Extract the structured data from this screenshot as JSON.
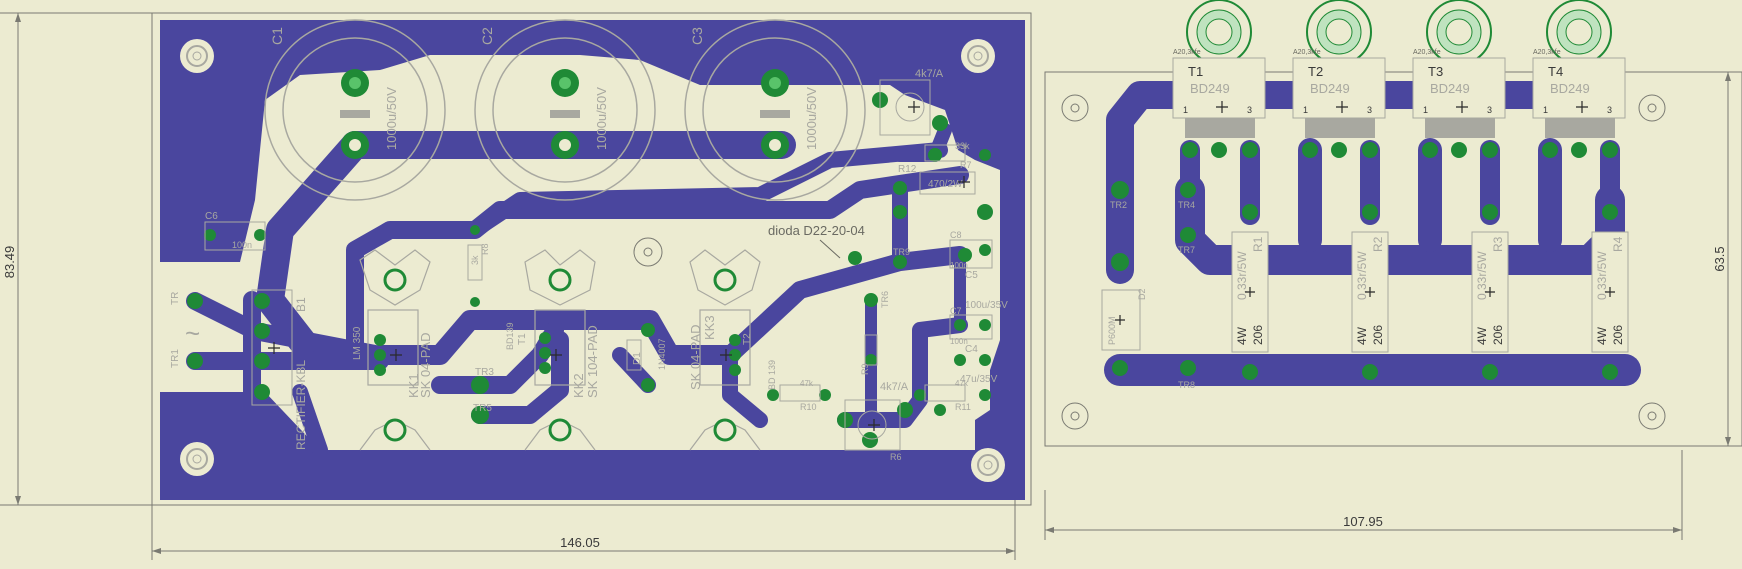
{
  "colors": {
    "background": "#ecebd1",
    "copper": "#4a469e",
    "pad": "#1f8a36",
    "pad_light": "#59c36a",
    "silk": "#a8a8a0",
    "dim": "#7a7a72",
    "text_dark": "#3a3a3a"
  },
  "dimensions": {
    "left_height": "83.49",
    "left_width": "146.05",
    "right_height": "63.5",
    "right_width": "107.95"
  },
  "left_board": {
    "capacitors": [
      {
        "ref": "C1",
        "value": "1000u/50V"
      },
      {
        "ref": "C2",
        "value": "1000u/50V"
      },
      {
        "ref": "C3",
        "value": "1000u/50V"
      }
    ],
    "labels": {
      "c6": "C6",
      "c6_value": "100n",
      "tr": "TR",
      "tr1": "TR1",
      "b1": "B1",
      "rectifier": "RECTIFIER-KBL",
      "lm": "LM 350",
      "kk1": "KK1",
      "pad1": "SK 04-PAD",
      "kk2": "KK2",
      "pad2": "SK 104-PAD",
      "kk3": "KK3",
      "pad3": "SK 04-PAD",
      "d1": "D1",
      "d1_value": "1N4007",
      "tr3": "TR3",
      "tr5": "TR5",
      "t1": "T1",
      "bd139": "BD139",
      "t2": "T2",
      "bd": "BD 139",
      "r8": "R8",
      "r8_value": "3k",
      "pot_top": "4k7/A",
      "pot_bottom": "4k7/A",
      "r7": "R7",
      "r7_value": "33k",
      "r12": "R12",
      "r12_value": "470/2W",
      "diode_note": "dioda D22-20-04",
      "tr9": "TR9",
      "c8": "C8",
      "c8_value": "100n",
      "c5": "C5",
      "c5_value": "100u/35V",
      "c7": "C7",
      "c7_value": "100n",
      "c4": "C4",
      "c4_value": "47u/35V",
      "tr6": "TR6",
      "r9": "R9",
      "r10": "R10",
      "r10_value": "47k",
      "r11": "R11",
      "r11_value": "47k",
      "r6": "R6"
    }
  },
  "right_board": {
    "transistors": [
      {
        "ref": "T1",
        "value": "BD249",
        "tag": "A20,3kfe"
      },
      {
        "ref": "T2",
        "value": "BD249",
        "tag": "A20,3kfe"
      },
      {
        "ref": "T3",
        "value": "BD249",
        "tag": "A20,3kfe"
      },
      {
        "ref": "T4",
        "value": "BD249",
        "tag": "A20,3kfe"
      }
    ],
    "resistors": [
      {
        "ref": "R1",
        "value": "0,33r/5W",
        "size": "4W",
        "code": "206"
      },
      {
        "ref": "R2",
        "value": "0,33r/5W",
        "size": "4W",
        "code": "206"
      },
      {
        "ref": "R3",
        "value": "0,33r/5W",
        "size": "4W",
        "code": "206"
      },
      {
        "ref": "R4",
        "value": "0,33r/5W",
        "size": "4W",
        "code": "206"
      }
    ],
    "labels": {
      "pin1": "1",
      "pin3": "3",
      "tr2": "TR2",
      "tr4": "TR4",
      "tr7": "TR7",
      "tr8": "TR8",
      "d2": "D2",
      "d2_value": "P600M"
    }
  }
}
